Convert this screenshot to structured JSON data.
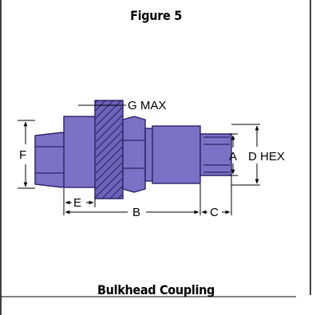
{
  "figure": {
    "title": "Figure 5",
    "caption": "Bulkhead Coupling"
  },
  "dimensions": {
    "a": "A",
    "b": "B",
    "c": "C",
    "d": "D HEX",
    "e": "E",
    "f": "F",
    "g": "G MAX"
  },
  "colors": {
    "part_fill": "#7b71c7",
    "part_stroke": "#2a2466",
    "bulkhead_fill": "#6e64bb",
    "hatch": "#2a2466",
    "line": "#000000"
  }
}
